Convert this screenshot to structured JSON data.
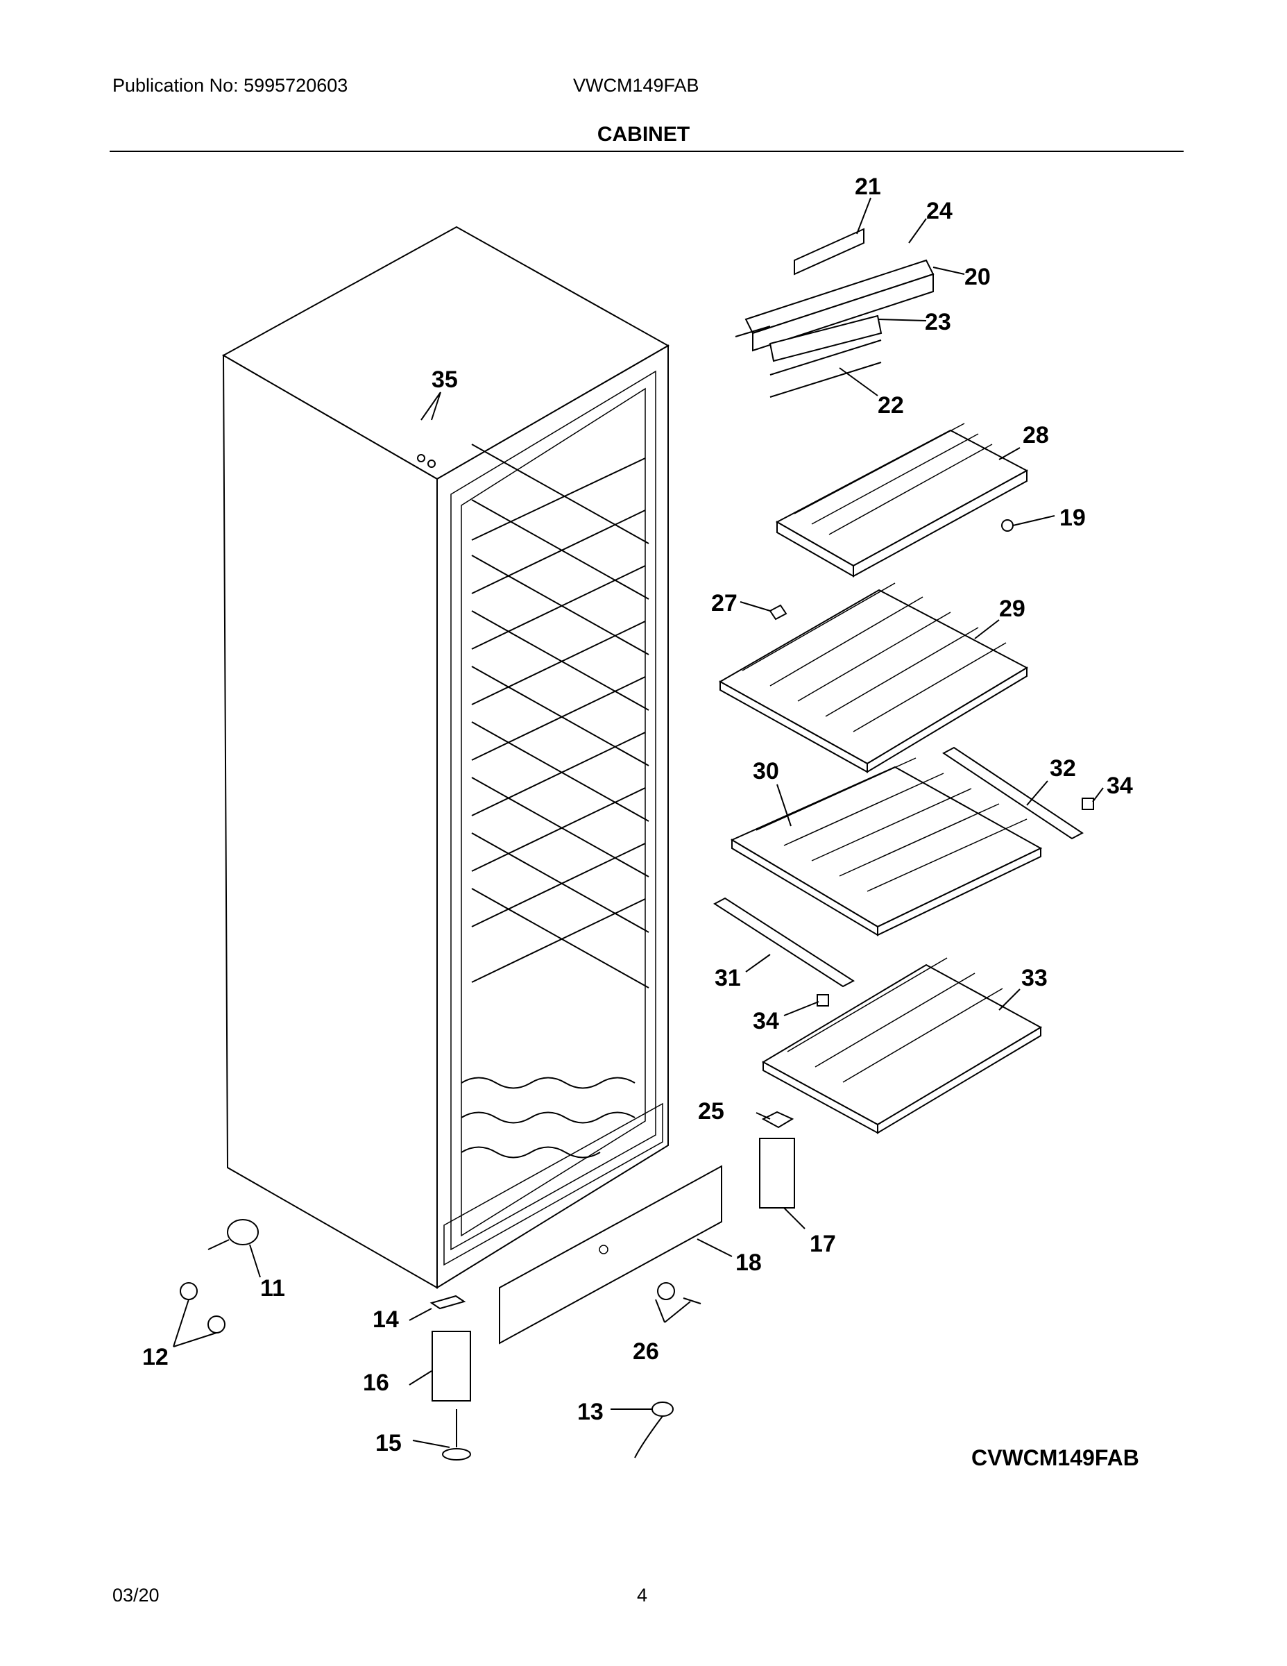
{
  "header": {
    "publication": "Publication No: 5995720603",
    "model": "VWCM149FAB",
    "section_title": "CABINET"
  },
  "diagram": {
    "code": "CVWCM149FAB",
    "callouts": {
      "c11": "11",
      "c12": "12",
      "c13": "13",
      "c14": "14",
      "c15": "15",
      "c16": "16",
      "c17": "17",
      "c18": "18",
      "c19": "19",
      "c20": "20",
      "c21": "21",
      "c22": "22",
      "c23": "23",
      "c24": "24",
      "c25": "25",
      "c26": "26",
      "c27": "27",
      "c28": "28",
      "c29": "29",
      "c30": "30",
      "c31": "31",
      "c32": "32",
      "c33": "33",
      "c34a": "34",
      "c34b": "34",
      "c35": "35"
    }
  },
  "footer": {
    "date": "03/20",
    "page": "4"
  }
}
